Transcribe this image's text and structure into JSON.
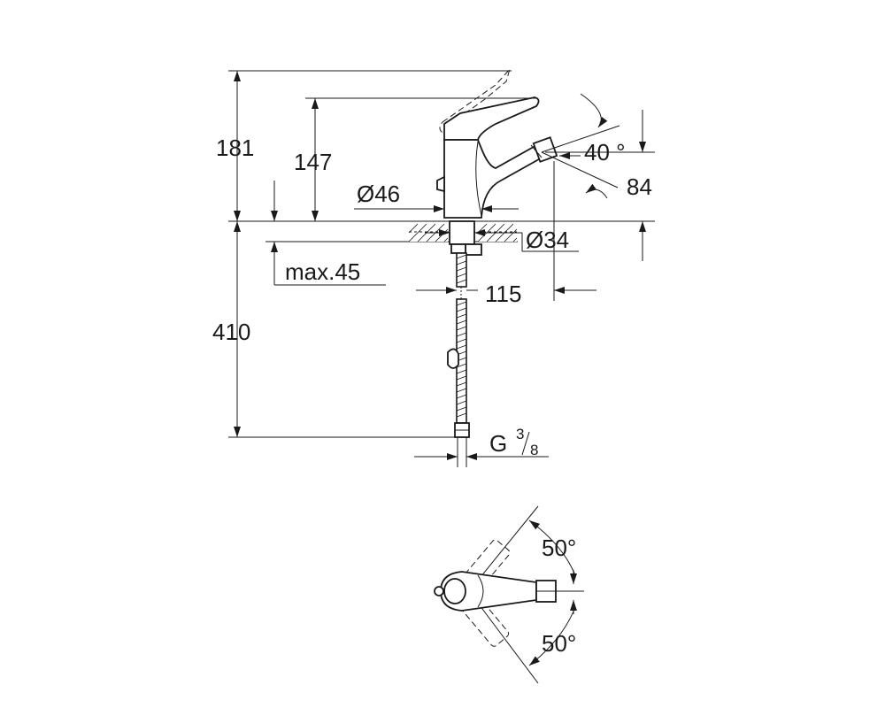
{
  "dimensions": {
    "total_height": "181",
    "lever_height": "147",
    "body_diameter": "Ø46",
    "spout_angle": "40 °",
    "spout_height": "84",
    "hole_diameter": "Ø34",
    "max_deck_thickness": "max.45",
    "spout_reach": "115",
    "hose_length": "410",
    "connection_prefix": "G",
    "connection_num": "3",
    "connection_den": "8",
    "swivel_left": "50°",
    "swivel_right": "50°"
  }
}
